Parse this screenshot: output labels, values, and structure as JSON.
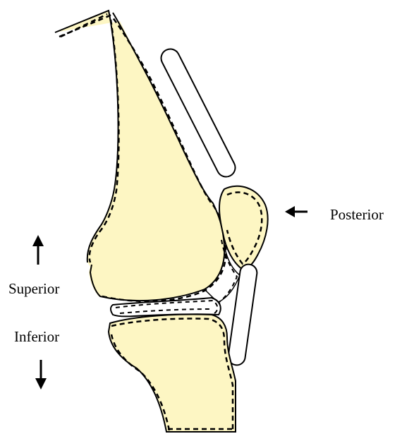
{
  "labels": {
    "posterior": "Posterior",
    "superior": "Superior",
    "inferior": "Inferior"
  },
  "colors": {
    "bone_fill": "#fdf6c3",
    "outline": "#000000",
    "ligament_fill": "#ffffff",
    "background": "#ffffff"
  },
  "structures": [
    "femur",
    "tibia",
    "patella",
    "meniscus",
    "quadriceps-tendon",
    "patellar-ligament"
  ],
  "arrows": [
    "arrow-up",
    "arrow-down",
    "arrow-left"
  ]
}
